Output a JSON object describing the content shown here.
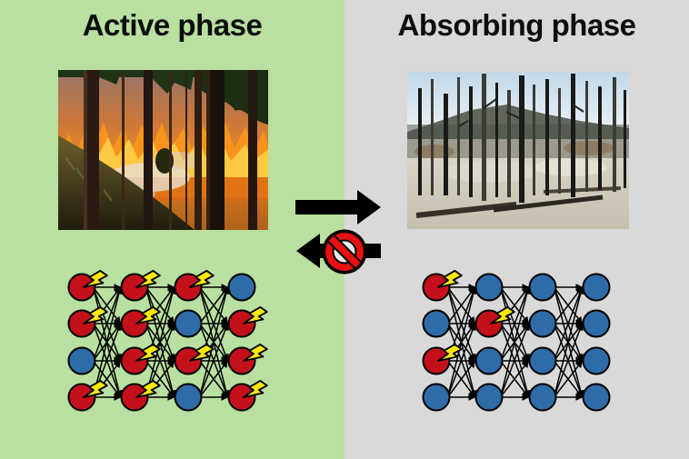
{
  "panels": {
    "active": {
      "title": "Active phase",
      "bg_color": "#b9e0a0",
      "photo": "forest-fire"
    },
    "absorbing": {
      "title": "Absorbing phase",
      "bg_color": "#d9d9d9",
      "photo": "burnt-forest"
    }
  },
  "transition": {
    "arrow_color": "#000000",
    "no_sign_color": "#e81010",
    "no_sign_inner_fill": "rgba(255,255,255,0.92)"
  },
  "networks": {
    "legend": {
      "rows": 4,
      "columns": 4,
      "active_node_color": "#c41018",
      "quiescent_node_color": "#2d6ca8",
      "spike_color": "#ffe900",
      "edge_color": "#000000"
    },
    "active_phase_grid": [
      [
        "active",
        "active",
        "active",
        "quiet"
      ],
      [
        "active",
        "active",
        "quiet",
        "active"
      ],
      [
        "quiet",
        "active",
        "active",
        "active"
      ],
      [
        "active",
        "active",
        "quiet",
        "active"
      ]
    ],
    "absorbing_phase_grid": [
      [
        "active",
        "quiet",
        "quiet",
        "quiet"
      ],
      [
        "quiet",
        "active",
        "quiet",
        "quiet"
      ],
      [
        "active",
        "quiet",
        "quiet",
        "quiet"
      ],
      [
        "quiet",
        "quiet",
        "quiet",
        "quiet"
      ]
    ]
  }
}
